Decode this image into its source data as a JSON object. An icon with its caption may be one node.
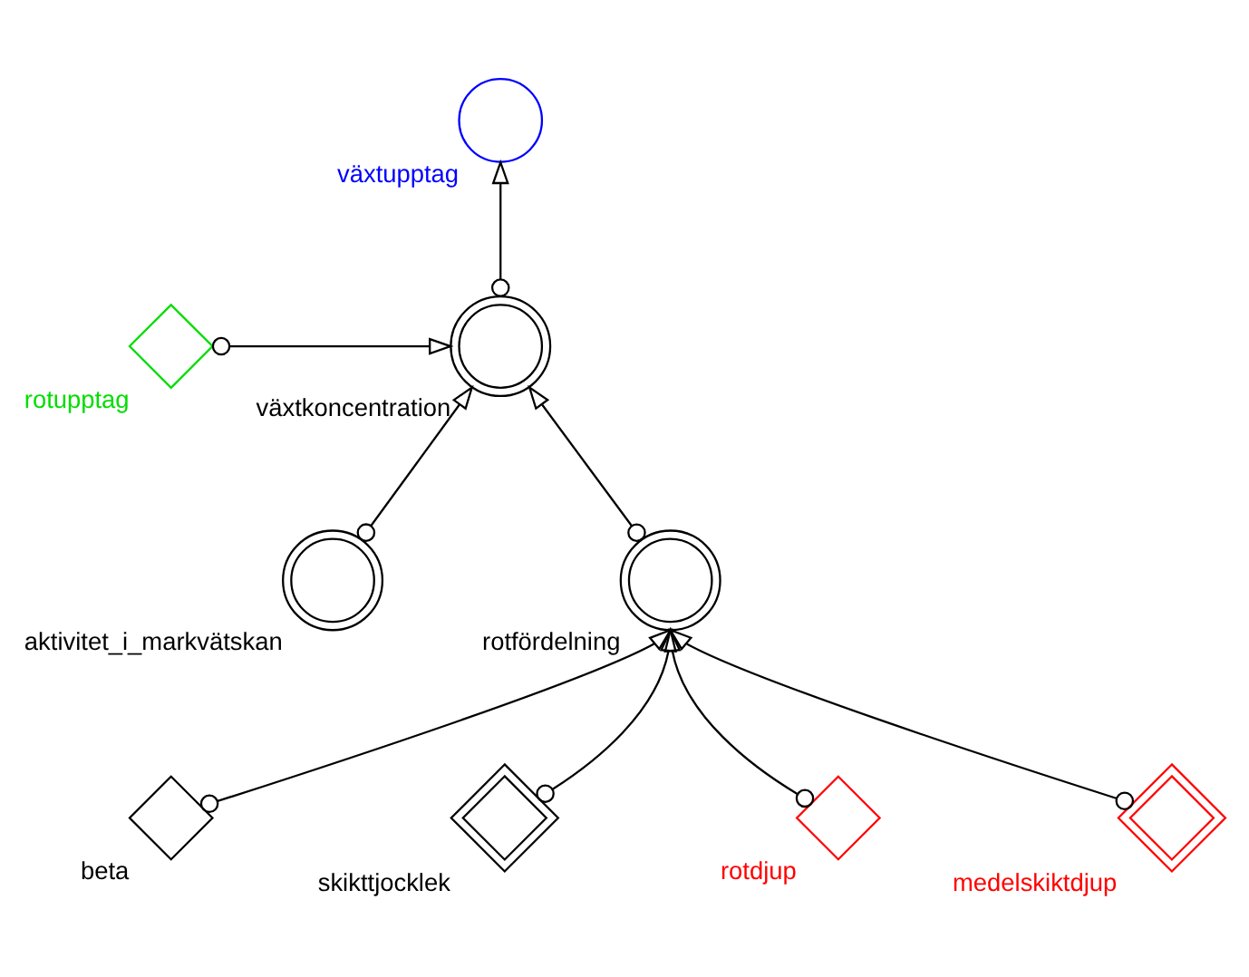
{
  "diagram": {
    "nodes": [
      {
        "text": [
          "växtupptag"
        ]
      },
      {
        "text": [
          "rotupptag"
        ]
      },
      {
        "text": [
          "växtkoncentration"
        ]
      },
      {
        "text": [
          "aktivitet_i_markvätskan"
        ]
      },
      {
        "text": [
          "rotfördelning"
        ]
      },
      {
        "text": [
          "beta"
        ]
      },
      {
        "text": [
          "skikttjocklek"
        ]
      },
      {
        "text": [
          "rotdjup"
        ]
      },
      {
        "text": [
          "medelskiktdjup"
        ]
      }
    ],
    "edges": [
      {
        "from": 2,
        "to": 0,
        "arrow": "to"
      },
      {
        "from": 1,
        "to": 2,
        "arrow": "to"
      },
      {
        "from": 3,
        "to": 2,
        "arrow": "to"
      },
      {
        "from": 4,
        "to": 2,
        "arrow": "to"
      },
      {
        "from": 5,
        "to": 4,
        "arrow": "to"
      },
      {
        "from": 6,
        "to": 4,
        "arrow": "to"
      },
      {
        "from": 7,
        "to": 4,
        "arrow": "to"
      },
      {
        "from": 8,
        "to": 4,
        "arrow": "to"
      }
    ]
  }
}
